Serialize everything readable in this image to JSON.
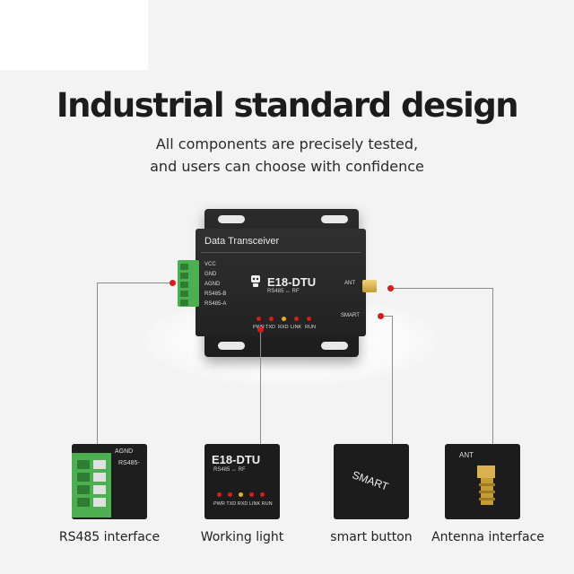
{
  "heading": "Industrial standard design",
  "subtitle_line1": "All components are precisely tested,",
  "subtitle_line2": "and users can choose with confidence",
  "device": {
    "title": "Data Transceiver",
    "model": "E18-DTU",
    "model_sub": "RS485 ↔ RF",
    "pins": [
      "VCC",
      "GND",
      "AGND",
      "RS485-B",
      "RS485-A"
    ],
    "ant_label": "ANT",
    "smart_label": "SMART",
    "leds": [
      "PWR",
      "TXD",
      "RXD",
      "LINK",
      "RUN"
    ]
  },
  "details": {
    "rs485_pins": [
      "AGND",
      "RS485-"
    ],
    "working_model": "E18-DTU",
    "working_sub": "RS485 ↔ RF",
    "working_leds": "PWR TXD RXD LINK RUN",
    "smart_text": "SMART",
    "ant_text": "ANT"
  },
  "captions": [
    "RS485 interface",
    "Working light",
    "smart button",
    "Antenna interface"
  ],
  "colors": {
    "terminal_green": "#4caf50",
    "led_red": "#d21e1e",
    "callout_red": "#d81b1b",
    "device_black": "#222222",
    "antenna_gold": "#c59b34"
  }
}
